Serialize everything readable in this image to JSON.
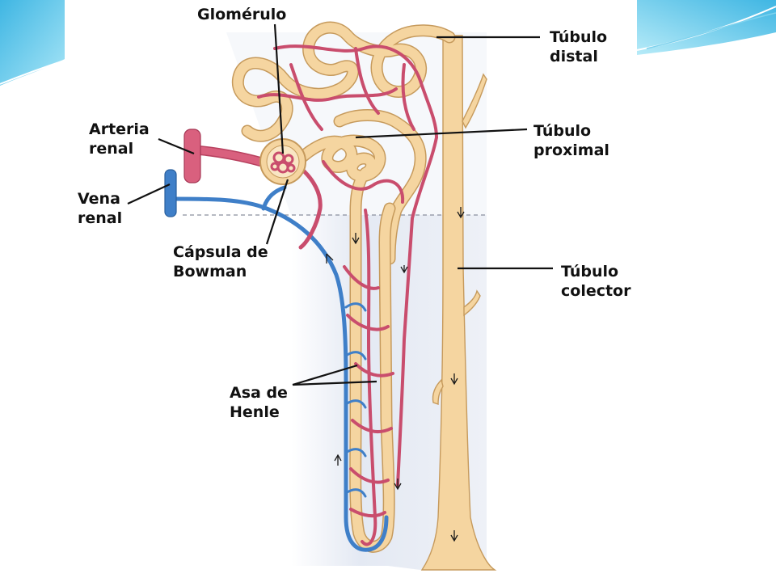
{
  "labels": {
    "glomerulo": "Glomérulo",
    "distal_1": "Túbulo",
    "distal_2": "distal",
    "arteria_1": "Arteria",
    "arteria_2": "renal",
    "proximal_1": "Túbulo",
    "proximal_2": "proximal",
    "vena_1": "Vena",
    "vena_2": "renal",
    "bowman_1": "Cápsula de",
    "bowman_2": "Bowman",
    "colector_1": "Túbulo",
    "colector_2": "colector",
    "henle_1": "Asa de",
    "henle_2": "Henle"
  },
  "colors": {
    "tubule": "#f5d5a0",
    "tubule_outline": "#c69a5c",
    "artery": "#d9607e",
    "vein": "#3f7fc8",
    "slide_accent": "#5ec6e8",
    "figure_background": "#e6eaf2"
  }
}
